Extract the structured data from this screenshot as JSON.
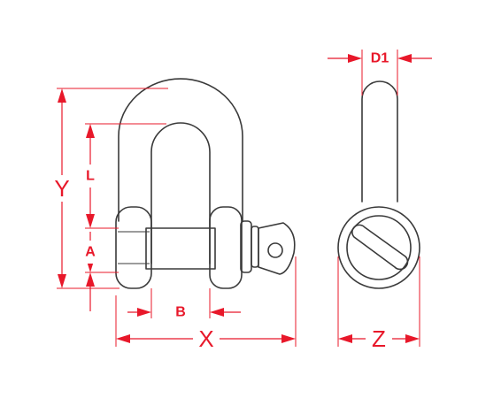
{
  "dimension_labels": {
    "Y": "Y",
    "L": "L",
    "A": "A",
    "B": "B",
    "X": "X",
    "D1": "D1",
    "Z": "Z"
  },
  "colors": {
    "dimension": "#e8182a",
    "outline": "#3a3a3a",
    "background": "#ffffff"
  }
}
